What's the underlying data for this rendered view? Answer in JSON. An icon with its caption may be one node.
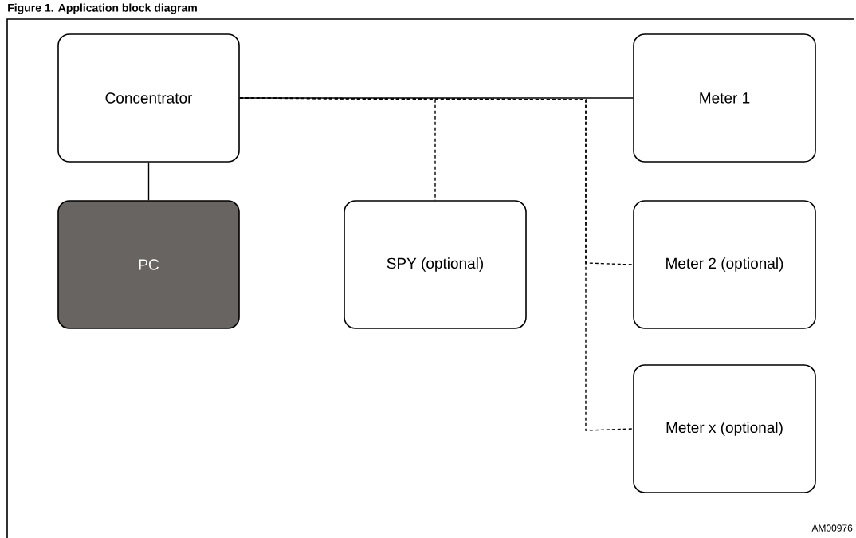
{
  "diagram": {
    "title": "Figure 1. Application block diagram",
    "nodes": [
      {
        "text": [
          "Concentrator"
        ]
      },
      {
        "text": [
          "PC"
        ]
      },
      {
        "text": [
          "SPY (optional)"
        ]
      },
      {
        "text": [
          "Meter 1"
        ]
      },
      {
        "text": [
          "Meter 2 (optional)"
        ]
      },
      {
        "text": [
          "Meter x (optional)"
        ]
      }
    ],
    "edges": [
      {
        "from": 0,
        "to": 1,
        "arrow": "none"
      },
      {
        "from": 0,
        "to": 3,
        "arrow": "none"
      },
      {
        "from": 0,
        "to": 2,
        "arrow": "none",
        "style": "dashed"
      },
      {
        "from": 0,
        "to": 4,
        "arrow": "none",
        "style": "dashed"
      },
      {
        "from": 0,
        "to": 5,
        "arrow": "none",
        "style": "dashed"
      }
    ],
    "labels": [
      "AM00976"
    ]
  }
}
